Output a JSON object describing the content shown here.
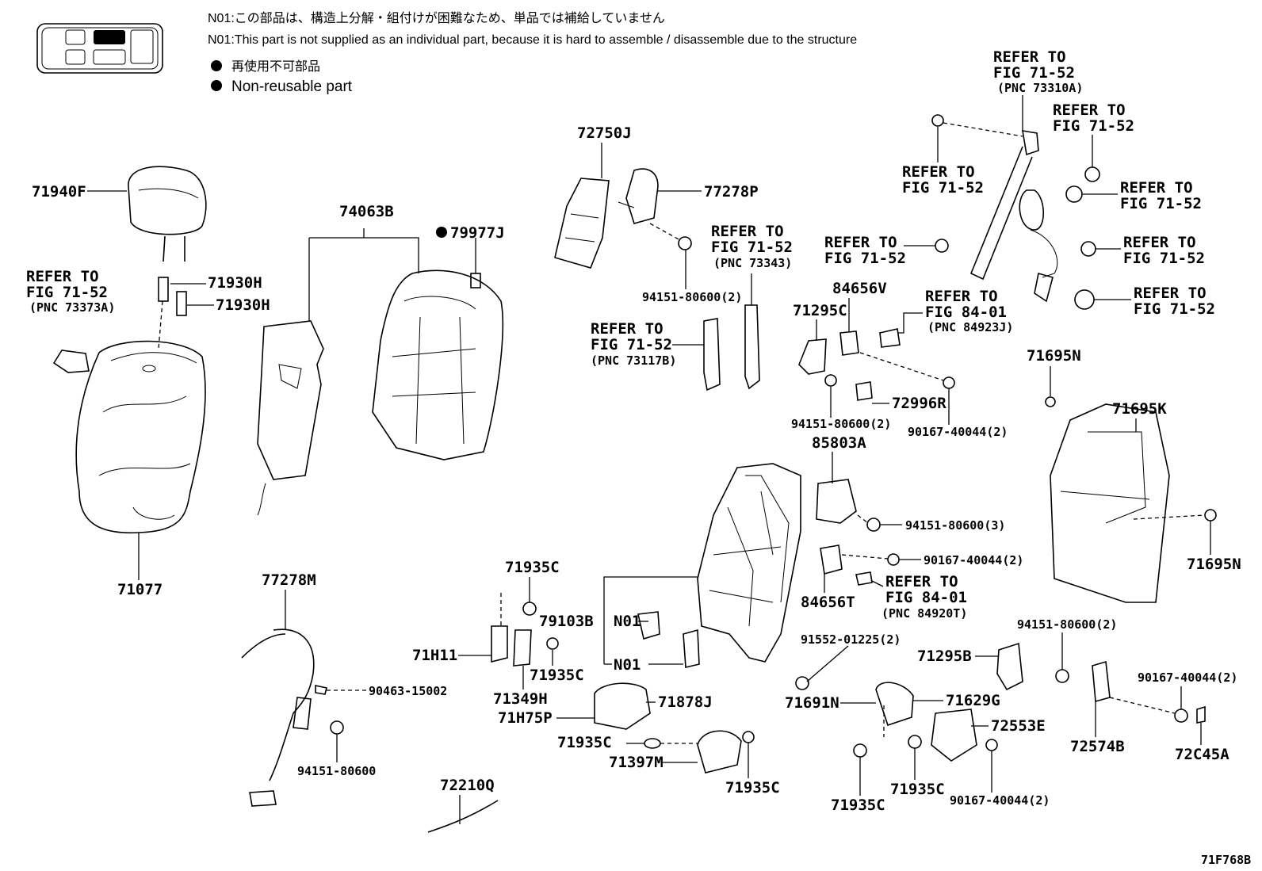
{
  "notes": {
    "n01_ja": "N01:この部品は、構造上分解・組付けが困難なため、単品では補給していません",
    "n01_en": "N01:This part is not supplied as an individual part, because it is hard to assemble / disassemble due to the structure",
    "nonreusable_ja": "再使用不可部品",
    "nonreusable_en": "Non-reusable part"
  },
  "figure_code": "71F768B",
  "refer": {
    "r1": [
      "REFER TO",
      "FIG 71-52",
      "(PNC 73373A)"
    ],
    "r2": [
      "REFER TO",
      "FIG 71-52",
      "(PNC 73343)"
    ],
    "r3": [
      "REFER TO",
      "FIG 71-52",
      "(PNC 73117B)"
    ],
    "r4": [
      "REFER TO",
      "FIG 71-52",
      "(PNC 73310A)"
    ],
    "r5": [
      "REFER TO",
      "FIG 71-52"
    ],
    "r6": [
      "REFER TO",
      "FIG 71-52"
    ],
    "r7": [
      "REFER TO",
      "FIG 71-52"
    ],
    "r8": [
      "REFER TO",
      "FIG 71-52"
    ],
    "r9": [
      "REFER TO",
      "FIG 71-52"
    ],
    "r10": [
      "REFER TO",
      "FIG 71-52"
    ],
    "r11": [
      "REFER TO",
      "FIG 84-01",
      "(PNC 84923J)"
    ],
    "r12": [
      "REFER TO",
      "FIG 84-01",
      "(PNC 84920T)"
    ]
  },
  "parts": {
    "p71940F": "71940F",
    "p71930H_a": "71930H",
    "p71930H_b": "71930H",
    "p71077": "71077",
    "p74063B": "74063B",
    "p79977J": "79977J",
    "p72750J": "72750J",
    "p77278P": "77278P",
    "p94151_2a": "94151-80600(2)",
    "p71295C": "71295C",
    "p84656V": "84656V",
    "p72996R": "72996R",
    "p94151_2b": "94151-80600(2)",
    "p90167_2a": "90167-40044(2)",
    "p85803A": "85803A",
    "p94151_3": "94151-80600(3)",
    "p90167_2b": "90167-40044(2)",
    "p84656T": "84656T",
    "p71695N_a": "71695N",
    "p71695K": "71695K",
    "p71695N_b": "71695N",
    "p77278M": "77278M",
    "p90463": "90463-15002",
    "p94151_1": "94151-80600",
    "p72210Q": "72210Q",
    "p71935C_a": "71935C",
    "p79103B": "79103B",
    "pN01_a": "N01",
    "pN01_b": "N01",
    "p71H11": "71H11",
    "p71935C_b": "71935C",
    "p71349H": "71349H",
    "p71H75P": "71H75P",
    "p71878J": "71878J",
    "p71935C_c": "71935C",
    "p71397M": "71397M",
    "p71935C_d": "71935C",
    "p91552": "91552-01225(2)",
    "p71691N": "71691N",
    "p71629G": "71629G",
    "p72553E": "72553E",
    "p90167_2c": "90167-40044(2)",
    "p71935C_e": "71935C",
    "p71935C_f": "71935C",
    "p94151_2c": "94151-80600(2)",
    "p71295B": "71295B",
    "p72574B": "72574B",
    "p90167_2d": "90167-40044(2)",
    "p72C45A": "72C45A"
  }
}
